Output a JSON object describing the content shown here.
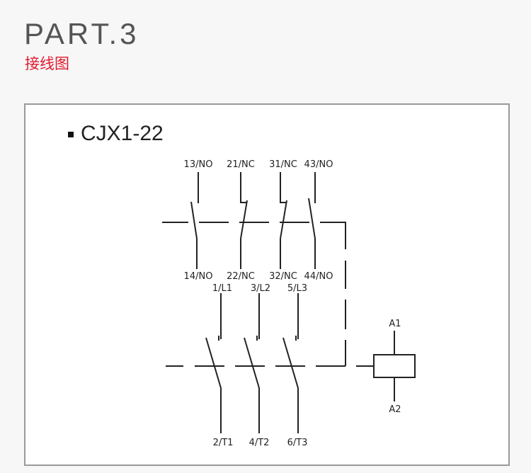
{
  "header": {
    "title": "PART.3",
    "subtitle": "接线图"
  },
  "diagram": {
    "model": "CJX1-22",
    "aux_top": [
      "13/NO",
      "21/NC",
      "31/NC",
      "43/NO"
    ],
    "aux_bottom": [
      "14/NO",
      "22/NC",
      "32/NC",
      "44/NO"
    ],
    "main_top": [
      "1/L1",
      "3/L2",
      "5/L3"
    ],
    "main_bottom": [
      "2/T1",
      "4/T2",
      "6/T3"
    ],
    "coil": [
      "A1",
      "A2"
    ]
  }
}
